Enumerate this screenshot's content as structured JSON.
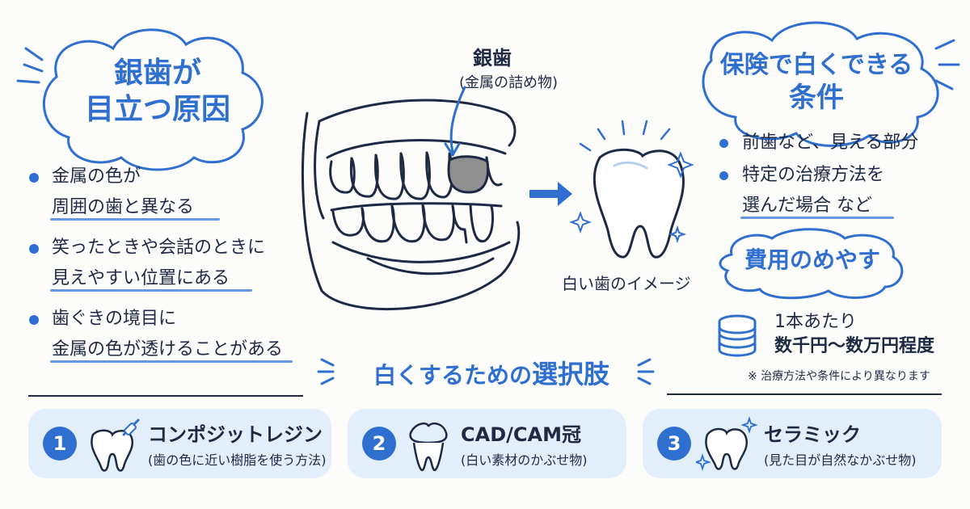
{
  "left": {
    "title_line1": "銀歯が",
    "title_line2": "目立つ原因",
    "bullets": [
      {
        "line1": "金属の色が",
        "line2": "周囲の歯と異なる"
      },
      {
        "line1": "笑ったときや会話のときに",
        "line2": "見えやすい位置にある"
      },
      {
        "line1": "歯ぐきの境目に",
        "line2": "金属の色が透けることがある"
      }
    ]
  },
  "center": {
    "label_title": "銀歯",
    "label_sub": "(金属の詰め物)",
    "tooth_caption": "白い歯のイメージ"
  },
  "right": {
    "title_line1": "保険で白くできる",
    "title_line2": "条件",
    "bullets": [
      {
        "line1": "前歯など、見える部分",
        "line2": ""
      },
      {
        "line1": "特定の治療方法を",
        "line2": "選んだ場合 など"
      }
    ],
    "cost_title": "費用のめやす",
    "cost_line1": "1本あたり",
    "cost_line2": "数千円〜数万円程度",
    "note": "※ 治療方法や条件により異なります"
  },
  "options": {
    "heading_prefix": "白くするための",
    "heading_emphasis": "選択肢",
    "items": [
      {
        "num": "1",
        "title": "コンポジットレジン",
        "sub": "(歯の色に近い樹脂を使う方法)",
        "icon": "tooth-with-syringe-icon"
      },
      {
        "num": "2",
        "title": "CAD/CAM冠",
        "sub": "(白い素材のかぶせ物)",
        "icon": "crowned-tooth-icon"
      },
      {
        "num": "3",
        "title": "セラミック",
        "sub": "(見た目が自然なかぶせ物)",
        "icon": "sparkling-tooth-icon"
      }
    ]
  },
  "colors": {
    "accent": "#2f6fd0",
    "ink": "#1e2a44",
    "card": "#e3eefb",
    "silver": "#9a9a9a"
  }
}
